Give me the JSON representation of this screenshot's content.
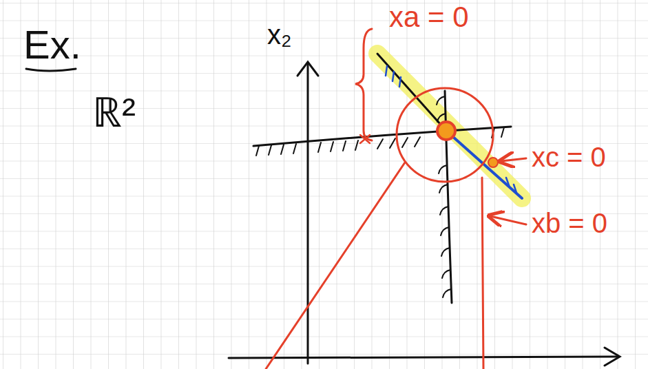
{
  "diagram": {
    "labels": [
      "xa = 0",
      "Ex.",
      "x₂",
      "xc = 0",
      "ℝ²",
      "xb = 0"
    ]
  }
}
